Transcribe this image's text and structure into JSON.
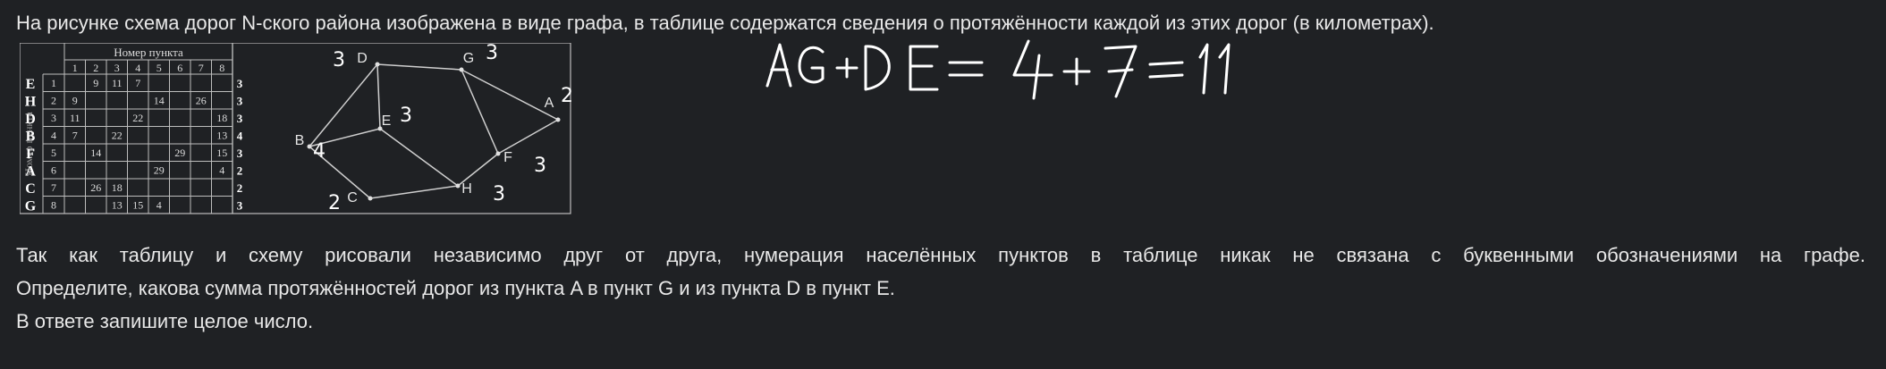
{
  "problem": {
    "intro": "На рисунке схема дорог N-ского района изображена в виде графа, в таблице содержатся сведения о протяжённости каждой из этих дорог (в километрах).",
    "line1": "Так как таблицу и схему рисовали независимо друг от друга, нумерация населённых пунктов в таблице никак не связана с буквенными обозначениями на графе.",
    "line2": "Определите, какова сумма протяжённостей дорог из пункта A в пункт G и из пункта D в пункт E.",
    "line3": "В ответе запишите целое число."
  },
  "table": {
    "col_header": "Номер пункта",
    "row_header": "Номер пункта",
    "col_numbers": [
      "1",
      "2",
      "3",
      "4",
      "5",
      "6",
      "7",
      "8"
    ],
    "rows": [
      {
        "num": "1",
        "cells": [
          "",
          "9",
          "11",
          "7",
          "",
          "",
          "",
          ""
        ],
        "hand_letter": "E",
        "hand_degree": "3"
      },
      {
        "num": "2",
        "cells": [
          "9",
          "",
          "",
          "",
          "14",
          "",
          "26",
          ""
        ],
        "hand_letter": "H",
        "hand_degree": "3"
      },
      {
        "num": "3",
        "cells": [
          "11",
          "",
          "",
          "22",
          "",
          "",
          "",
          "18"
        ],
        "hand_letter": "D",
        "hand_degree": "3"
      },
      {
        "num": "4",
        "cells": [
          "7",
          "",
          "22",
          "",
          "",
          "",
          "",
          "13"
        ],
        "hand_letter": "B",
        "hand_degree": "4"
      },
      {
        "num": "5",
        "cells": [
          "",
          "14",
          "",
          "",
          "",
          "29",
          "",
          "15"
        ],
        "hand_letter": "F",
        "hand_degree": "3"
      },
      {
        "num": "6",
        "cells": [
          "",
          "",
          "",
          "",
          "29",
          "",
          "",
          "4"
        ],
        "hand_letter": "A",
        "hand_degree": "2"
      },
      {
        "num": "7",
        "cells": [
          "",
          "26",
          "18",
          "",
          "",
          "",
          "",
          ""
        ],
        "hand_letter": "C",
        "hand_degree": "2"
      },
      {
        "num": "8",
        "cells": [
          "",
          "",
          "13",
          "15",
          "4",
          "",
          "",
          ""
        ],
        "hand_letter": "G",
        "hand_degree": "3"
      }
    ]
  },
  "graph": {
    "nodes": [
      "A",
      "B",
      "C",
      "D",
      "E",
      "F",
      "G",
      "H"
    ],
    "edges": [
      [
        "D",
        "G"
      ],
      [
        "G",
        "A"
      ],
      [
        "G",
        "F"
      ],
      [
        "A",
        "F"
      ],
      [
        "D",
        "E"
      ],
      [
        "D",
        "B"
      ],
      [
        "B",
        "E"
      ],
      [
        "B",
        "C"
      ],
      [
        "C",
        "H"
      ],
      [
        "E",
        "H"
      ],
      [
        "F",
        "H"
      ]
    ],
    "degree_annotations": {
      "A": "2",
      "B": "4",
      "C": "2",
      "D": "3",
      "E": "3",
      "F": "3",
      "G": "3",
      "H": "3"
    }
  },
  "handwriting": {
    "equation": "AG+DE=4+7=11"
  }
}
